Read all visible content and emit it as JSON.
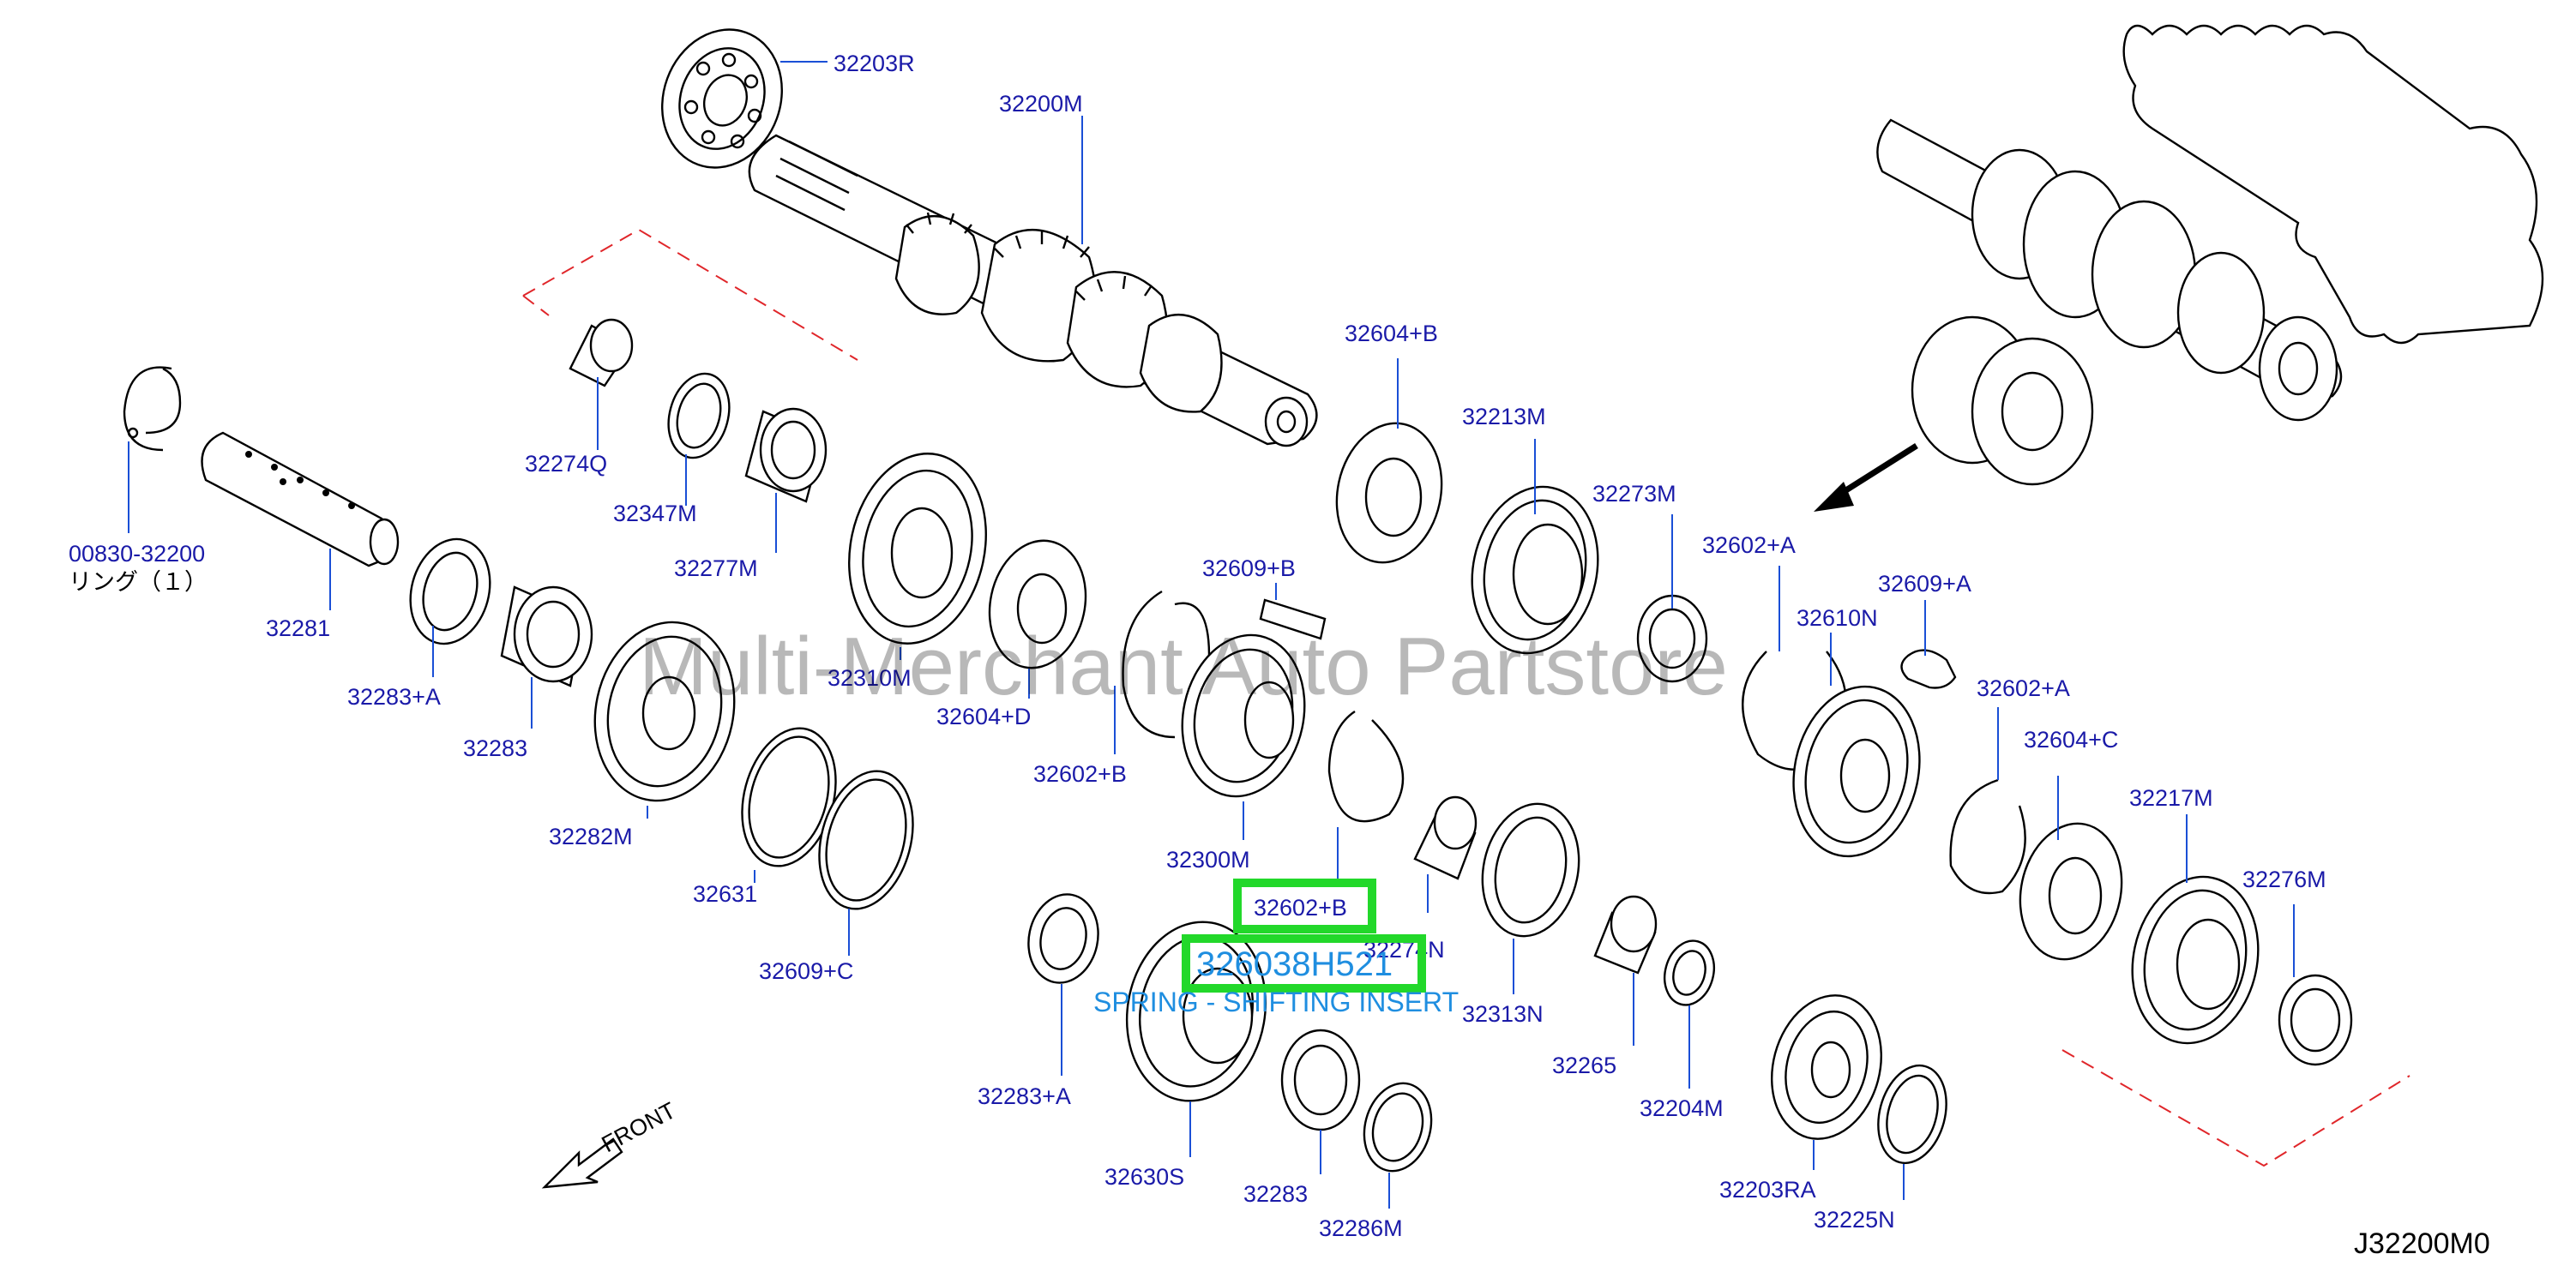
{
  "watermark": "Multi-Merchant Auto Partstore",
  "reference_code": "J32200M0",
  "front_label": "FRONT",
  "ring_note": "リング（１）",
  "highlight": {
    "label": "32602+B",
    "part_number": "326038H521",
    "description": "SPRING - SHIFTING INSERT"
  },
  "labels": {
    "p32203R": "32203R",
    "p32200M": "32200M",
    "p32604B": "32604+B",
    "p32213M": "32213M",
    "p32273M": "32273M",
    "p32602A_1": "32602+A",
    "p32609A": "32609+A",
    "p32610N": "32610N",
    "p32602A_2": "32602+A",
    "p32604C": "32604+C",
    "p32217M": "32217M",
    "p32276M": "32276M",
    "p32274Q": "32274Q",
    "p32347M": "32347M",
    "p32277M": "32277M",
    "p00830": "00830-32200",
    "p32281": "32281",
    "p32283A_1": "32283+A",
    "p32283_1": "32283",
    "p32282M": "32282M",
    "p32310M": "32310M",
    "p32604D": "32604+D",
    "p32609B": "32609+B",
    "p32602B_1": "32602+B",
    "p32300M": "32300M",
    "p32631": "32631",
    "p32609C": "32609+C",
    "p32274N": "32274N",
    "p32313N": "32313N",
    "p32265": "32265",
    "p32204M": "32204M",
    "p32283A_2": "32283+A",
    "p32630S": "32630S",
    "p32283_2": "32283",
    "p32286M": "32286M",
    "p32203RA": "32203RA",
    "p32225N": "32225N"
  }
}
